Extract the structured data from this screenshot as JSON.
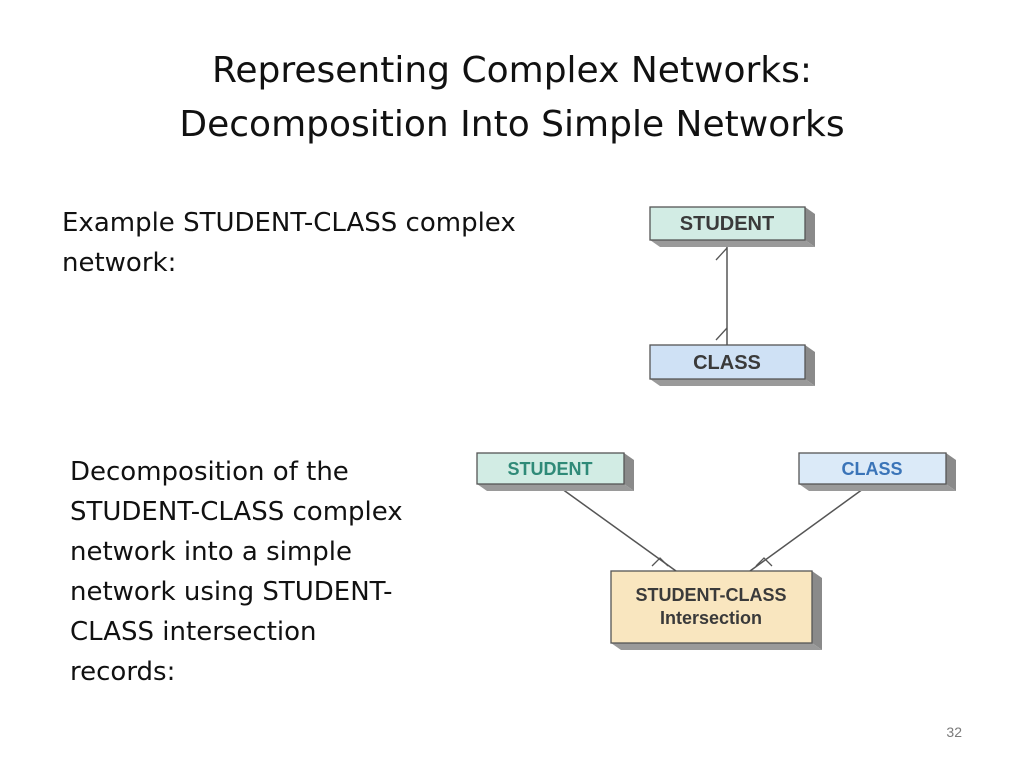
{
  "slide": {
    "title_line1": "Representing Complex Networks:",
    "title_line2": "Decomposition Into Simple Networks",
    "example_text": "Example STUDENT-CLASS complex network:",
    "decomposition_text": "Decomposition of the STUDENT-CLASS complex network into a simple network using STUDENT-CLASS intersection records:",
    "page_number": "32"
  },
  "diagram_top": {
    "student_label": "STUDENT",
    "class_label": "CLASS",
    "student_fill": "#d2ece4",
    "class_fill": "#cfe1f5"
  },
  "diagram_bottom": {
    "student_label": "STUDENT",
    "class_label": "CLASS",
    "intersection_line1": "STUDENT-CLASS",
    "intersection_line2": "Intersection",
    "student_fill": "#d2ece4",
    "class_fill": "#dbeaf8",
    "intersection_fill": "#f9e6bf",
    "student_text_color": "#2f8a78",
    "class_text_color": "#3a74b8"
  }
}
